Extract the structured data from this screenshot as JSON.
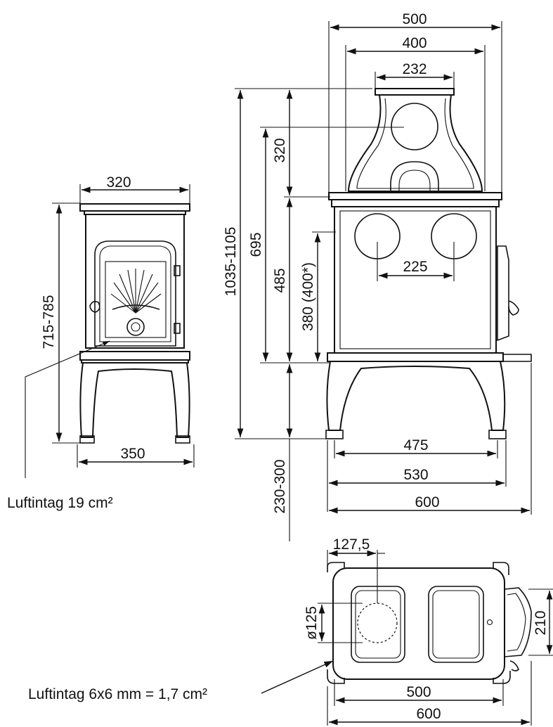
{
  "stove_small": {
    "width_top": "320",
    "height": "715-785",
    "width_base": "350",
    "air_intake": "Luftintag 19 cm²"
  },
  "stove_front": {
    "width_overall": "500",
    "width_crown": "400",
    "width_top": "232",
    "crown_height": "320",
    "total_height": "1035-1105",
    "flue_height": "695",
    "body_height": "485",
    "outlet_height": "380 (400*)",
    "hole_spacing": "225",
    "leg_span": "475",
    "base_width": "530",
    "plate_width": "600",
    "leg_height": "230-300"
  },
  "stove_top": {
    "offset": "127,5",
    "flue_diameter": "ø125",
    "depth": "210",
    "width_inner": "500",
    "width_outer": "600",
    "air_intake": "Luftintag 6x6 mm = 1,7 cm²"
  }
}
